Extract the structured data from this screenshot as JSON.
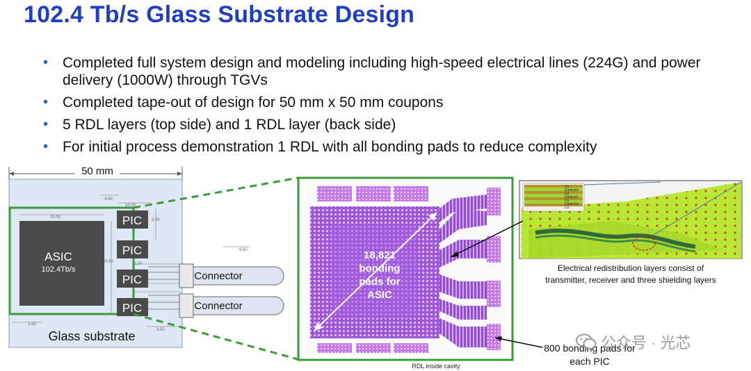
{
  "title": "102.4 Tb/s Glass Substrate Design",
  "bullets": [
    "Completed full system design and modeling including high-speed electrical lines (224G) and power delivery (1000W) through TGVs",
    "Completed tape-out of design for 50 mm x 50 mm coupons",
    "5 RDL layers (top side) and 1 RDL layer (back side)",
    "For initial process demonstration 1 RDL with all bonding pads to reduce complexity"
  ],
  "left_diagram": {
    "width_label": "50 mm",
    "asic_label": "ASIC",
    "asic_sub": "102.4Tb/s",
    "pic_label": "PIC",
    "connector_label": "Connector",
    "substrate_label": "Glass substrate",
    "dims": {
      "d1": "4.00",
      "d2": "10.00",
      "d3": "25.00",
      "d4": "5.00",
      "d5": "20.50",
      "d6": "2.50",
      "d7": "6.50",
      "d8": "2.50",
      "d9": "3.50"
    }
  },
  "center_diagram": {
    "pads_label_lines": [
      "18,821",
      "bonding",
      "pads for",
      "ASIC"
    ],
    "caption": "RDL inside cavity"
  },
  "right_diagram": {
    "layer_labels": [
      "Cu",
      "Dielectric",
      "Cu",
      "Dielectric",
      "Cu",
      "Dielectric",
      "Cu"
    ],
    "caption_lines": [
      "Electrical redistribution layers consist of",
      "transmitter, receiver and three shielding layers"
    ],
    "pic_pads_lines": [
      "800 bonding pads for",
      "each PIC"
    ]
  },
  "watermark": "公众号 · 光芯",
  "colors": {
    "title": "#1f3fbf",
    "green_frame": "#3b9a3a",
    "asic": "#4a4a4a",
    "pad_purple": "#b066e0",
    "glass": "#dde8f4"
  }
}
